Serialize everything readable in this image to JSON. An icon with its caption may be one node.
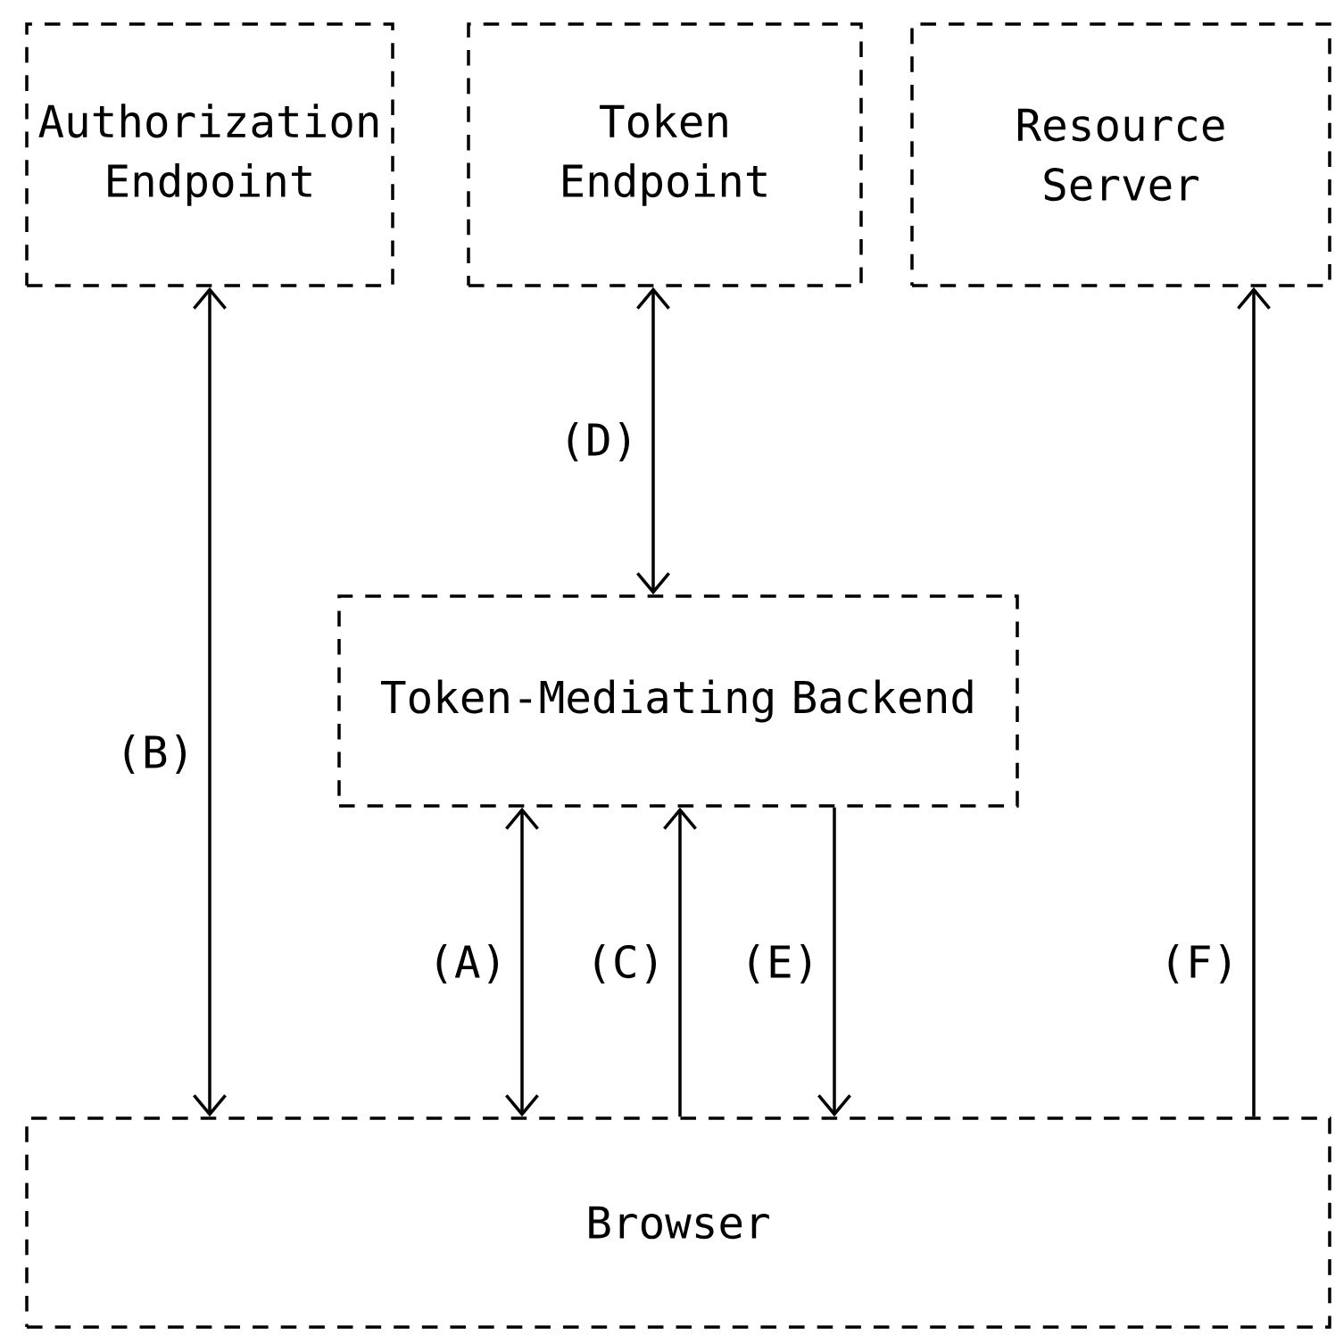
{
  "diagram": {
    "nodes": [
      {
        "text": [
          "Authorization Endpoint"
        ]
      },
      {
        "text": [
          "Token Endpoint"
        ]
      },
      {
        "text": [
          "Resource Server"
        ]
      },
      {
        "text": [
          "Token-Mediating Backend"
        ]
      },
      {
        "text": [
          "Browser"
        ]
      }
    ],
    "edges": [
      {
        "from": 0,
        "to": 4,
        "arrow": "both",
        "label": "(B)"
      },
      {
        "from": 1,
        "to": 3,
        "arrow": "both",
        "label": "(D)"
      },
      {
        "from": 3,
        "to": 4,
        "arrow": "both",
        "label": "(A)"
      },
      {
        "from": 4,
        "to": 3,
        "arrow": "to",
        "label": "(C)"
      },
      {
        "from": 3,
        "to": 4,
        "arrow": "to",
        "label": "(E)"
      },
      {
        "from": 4,
        "to": 2,
        "arrow": "to",
        "label": "(F)"
      }
    ]
  }
}
